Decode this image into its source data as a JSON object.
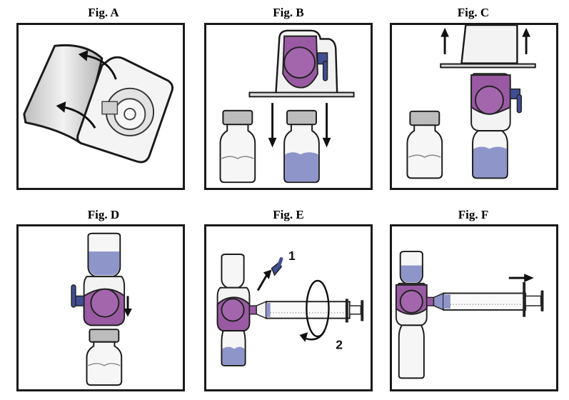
{
  "figures": [
    {
      "id": "A",
      "title": "Fig. A",
      "description": "Peel lid off blister package"
    },
    {
      "id": "B",
      "title": "Fig. B",
      "description": "Place transfer device onto diluent vial"
    },
    {
      "id": "C",
      "title": "Fig. C",
      "description": "Remove outer package"
    },
    {
      "id": "D",
      "title": "Fig. D",
      "description": "Invert and attach to powder vial"
    },
    {
      "id": "E",
      "title": "Fig. E",
      "description": "Remove cap and attach syringe",
      "step_labels": [
        "1",
        "2"
      ]
    },
    {
      "id": "F",
      "title": "Fig. F",
      "description": "Draw solution into syringe"
    }
  ],
  "colors": {
    "purple": "#9a5aa3",
    "purple_dark": "#7a3f86",
    "blue_cap": "#3f4f94",
    "liquid": "#8e95c9",
    "border": "#1a1a1a"
  }
}
